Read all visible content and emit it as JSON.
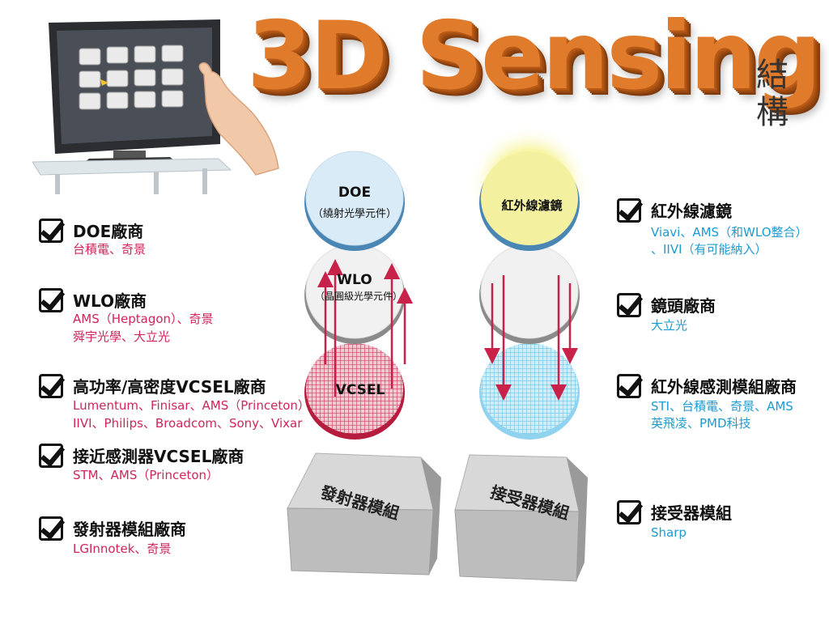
{
  "title": {
    "main": "3D Sensing",
    "side": "結構"
  },
  "left_items": [
    {
      "heading": "DOE廠商",
      "lines": [
        "台積電、奇景"
      ]
    },
    {
      "heading": "WLO廠商",
      "lines": [
        "AMS（Heptagon）、奇景",
        "舜宇光學、大立光"
      ]
    },
    {
      "heading": "高功率/高密度VCSEL廠商",
      "lines": [
        "Lumentum、Finisar、AMS（Princeton）",
        "IIVI、Philips、Broadcom、Sony、Vixar"
      ]
    },
    {
      "heading": "接近感測器VCSEL廠商",
      "lines": [
        "STM、AMS（Princeton）"
      ]
    },
    {
      "heading": "發射器模組廠商",
      "lines": [
        "LGInnotek、奇景"
      ]
    }
  ],
  "right_items": [
    {
      "heading": "紅外線濾鏡",
      "lines": [
        "Viavi、AMS（和WLO整合）",
        "、IIVI（有可能納入）"
      ]
    },
    {
      "heading": "鏡頭廠商",
      "lines": [
        "大立光"
      ]
    },
    {
      "heading": "紅外線感測模組廠商",
      "lines": [
        "STI、台積電、奇景、AMS",
        "英飛凌、PMD科技"
      ]
    },
    {
      "heading": "接受器模組",
      "lines": [
        "Sharp"
      ]
    }
  ],
  "emitter_stack": {
    "doe_title": "DOE",
    "doe_sub": "（繞射光學元件）",
    "wlo_title": "WLO",
    "wlo_sub": "（晶圓級光學元件）",
    "vcsel": "VCSEL",
    "module": "發射器模組"
  },
  "receiver_stack": {
    "filter": "紅外線濾鏡",
    "module": "接受器模組"
  },
  "colors": {
    "title_orange": "#e07b2c",
    "pink_text": "#d0255a",
    "blue_text": "#1b9bd1",
    "vcsel_red": "#c8224a",
    "sensor_blue": "#6fc8ea",
    "filter_yellow": "#f0ef9a"
  }
}
